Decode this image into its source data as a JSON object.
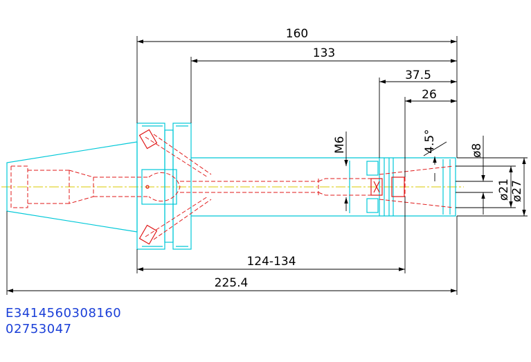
{
  "drawing": {
    "dimensions": {
      "overall_length": "225.4",
      "body_length": "160",
      "reach": "133",
      "nose_length": "37.5",
      "collet_length": "26",
      "adjustment_range": "124-134",
      "taper_angle": "4.5°",
      "thread": "M6",
      "bore_diameter": "ø8",
      "inner_diameter": "ø21",
      "outer_diameter": "ø27"
    },
    "part_number": "E3414560308160",
    "order_number": "02753047"
  },
  "colors": {
    "outline": "#00c8d8",
    "hidden": "#e01818",
    "centerline": "#d8c800",
    "dimension": "#000000",
    "id_text": "#1a3fd8"
  }
}
